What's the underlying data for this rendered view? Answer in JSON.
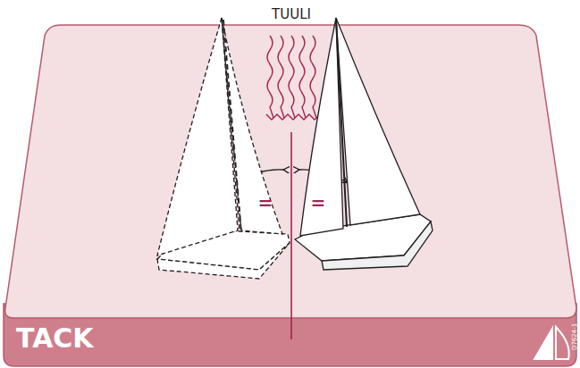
{
  "diagram": {
    "labels": [
      "TUULI",
      "=",
      "=",
      "TACK",
      "D7624-1"
    ]
  }
}
